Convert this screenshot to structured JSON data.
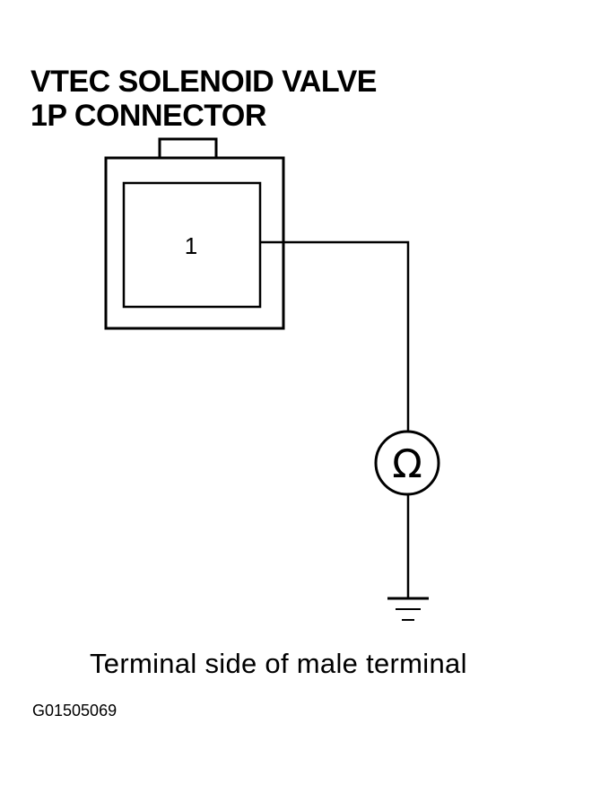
{
  "title": {
    "line1": "VTEC SOLENOID VALVE",
    "line2": "1P CONNECTOR"
  },
  "connector": {
    "terminal_number": "1"
  },
  "meter": {
    "symbol": "Ω",
    "icon": "ohmmeter-icon"
  },
  "ground": {
    "icon": "ground-icon"
  },
  "caption": "Terminal side of male terminal",
  "figure_id": "G01505069"
}
